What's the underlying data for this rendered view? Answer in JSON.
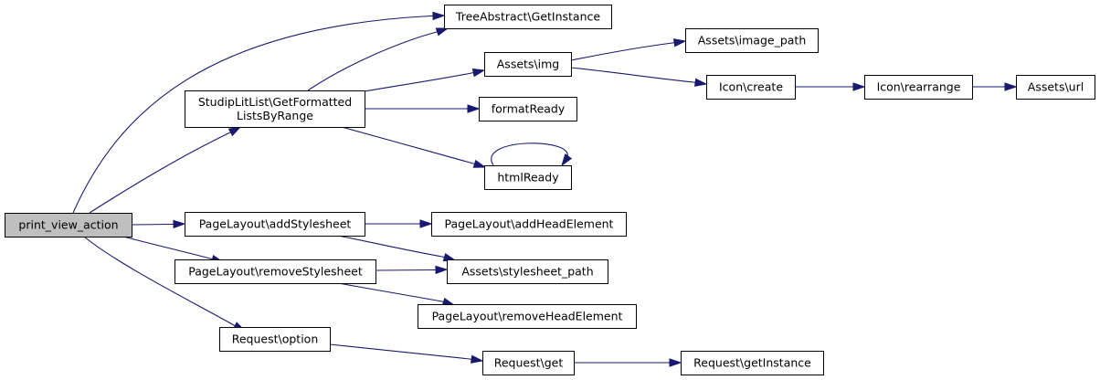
{
  "diagram": {
    "colors": {
      "edge": "#191970",
      "root_fill": "#bfbfbf",
      "node_fill": "#ffffff",
      "node_stroke": "#000000"
    },
    "nodes": {
      "print_view_action": [
        "print_view_action"
      ],
      "tree_get_instance": [
        "TreeAbstract\\GetInstance"
      ],
      "studip_get_formatted": [
        "StudipLitList\\GetFormatted",
        "ListsByRange"
      ],
      "assets_img": [
        "Assets\\img"
      ],
      "assets_image_path": [
        "Assets\\image_path"
      ],
      "icon_create": [
        "Icon\\create"
      ],
      "icon_rearrange": [
        "Icon\\rearrange"
      ],
      "assets_url": [
        "Assets\\url"
      ],
      "format_ready": [
        "formatReady"
      ],
      "html_ready": [
        "htmlReady"
      ],
      "add_stylesheet": [
        "PageLayout\\addStylesheet"
      ],
      "add_head_element": [
        "PageLayout\\addHeadElement"
      ],
      "remove_stylesheet": [
        "PageLayout\\removeStylesheet"
      ],
      "stylesheet_path": [
        "Assets\\stylesheet_path"
      ],
      "remove_head_element": [
        "PageLayout\\removeHeadElement"
      ],
      "request_option": [
        "Request\\option"
      ],
      "request_get": [
        "Request\\get"
      ],
      "request_get_instance": [
        "Request\\getInstance"
      ]
    }
  }
}
